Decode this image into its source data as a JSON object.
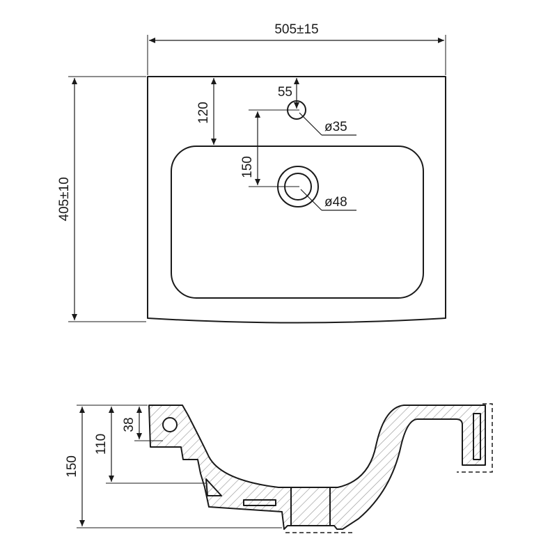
{
  "top_view": {
    "width_label": "505±15",
    "depth_label": "405±10",
    "tap_offset_label": "120",
    "overflow_offset_label": "55",
    "tap_hole_diameter_label": "ø35",
    "drain_distance_label": "150",
    "drain_diameter_label": "ø48"
  },
  "side_view": {
    "height_label": "150",
    "mid_height_label": "110",
    "rim_height_label": "38"
  }
}
